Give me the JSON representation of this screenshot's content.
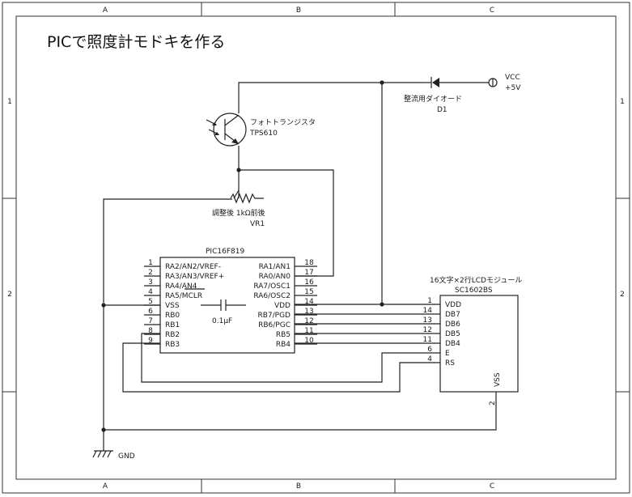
{
  "title": "PICで照度計モドキを作る",
  "frame": {
    "cols": [
      "A",
      "B",
      "C"
    ],
    "rows": [
      "1",
      "2"
    ]
  },
  "parts": {
    "phototransistor": {
      "label": "フォトトランジスタ",
      "part": "TPS610"
    },
    "vr1": {
      "label": "調整後 1kΩ前後",
      "ref": "VR1"
    },
    "diode": {
      "label": "整流用ダイオード",
      "ref": "D1"
    },
    "vcc": {
      "name": "VCC",
      "voltage": "+5V"
    },
    "capacitor": {
      "value": "0.1μF"
    },
    "gnd": {
      "label": "GND"
    },
    "pic": {
      "name": "PIC16F819",
      "left_pins": [
        {
          "num": "1",
          "name": "RA2/AN2/VREF-"
        },
        {
          "num": "2",
          "name": "RA3/AN3/VREF+"
        },
        {
          "num": "3",
          "name": "RA4/AN4"
        },
        {
          "num": "4",
          "name": "RA5/MCLR"
        },
        {
          "num": "5",
          "name": "VSS"
        },
        {
          "num": "6",
          "name": "RB0"
        },
        {
          "num": "7",
          "name": "RB1"
        },
        {
          "num": "8",
          "name": "RB2"
        },
        {
          "num": "9",
          "name": "RB3"
        }
      ],
      "right_pins": [
        {
          "num": "18",
          "name": "RA1/AN1"
        },
        {
          "num": "17",
          "name": "RA0/AN0"
        },
        {
          "num": "16",
          "name": "RA7/OSC1"
        },
        {
          "num": "15",
          "name": "RA6/OSC2"
        },
        {
          "num": "14",
          "name": "VDD"
        },
        {
          "num": "13",
          "name": "RB7/PGD"
        },
        {
          "num": "12",
          "name": "RB6/PGC"
        },
        {
          "num": "11",
          "name": "RB5"
        },
        {
          "num": "10",
          "name": "RB4"
        }
      ]
    },
    "lcd": {
      "title": "16文字×2行LCDモジュール",
      "name": "SC1602BS",
      "pins": [
        {
          "num": "1",
          "name": "VDD"
        },
        {
          "num": "14",
          "name": "DB7"
        },
        {
          "num": "13",
          "name": "DB6"
        },
        {
          "num": "12",
          "name": "DB5"
        },
        {
          "num": "11",
          "name": "DB4"
        },
        {
          "num": "6",
          "name": "E"
        },
        {
          "num": "4",
          "name": "RS"
        }
      ],
      "vss": {
        "num": "2",
        "name": "VSS"
      }
    }
  }
}
